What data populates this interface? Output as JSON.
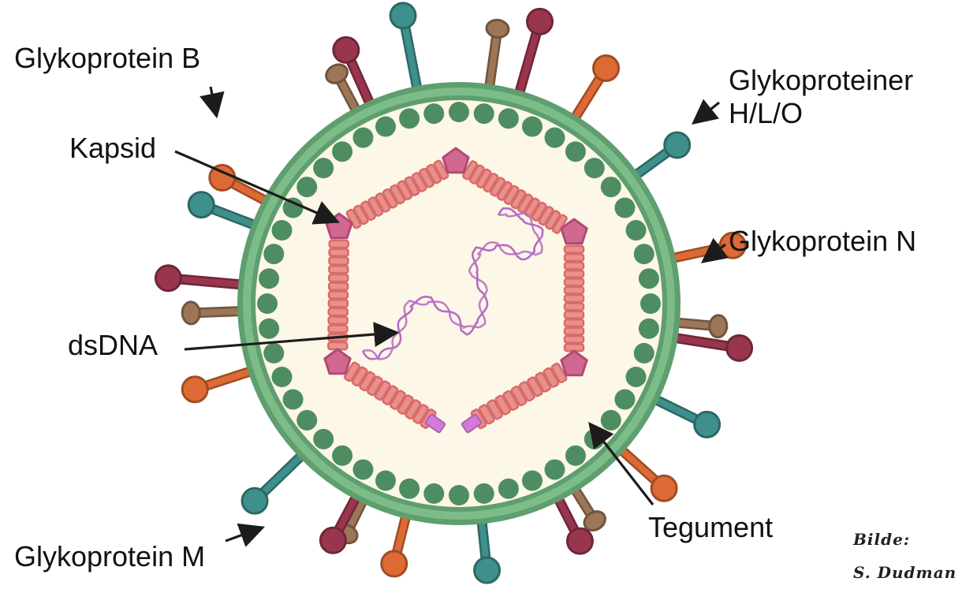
{
  "diagram": {
    "title": "Herpesvirus structure",
    "labels": {
      "glykoprotein_b": "Glykoprotein B",
      "kapsid": "Kapsid",
      "dsdna": "dsDNA",
      "glykoproteiner_hlo_line1": "Glykoproteiner",
      "glykoproteiner_hlo_line2": "H/L/O",
      "glykoprotein_n": "Glykoprotein N",
      "tegument": "Tegument",
      "glykoprotein_m": "Glykoprotein M"
    },
    "credit": {
      "line1": "Bilde:",
      "line2": "S. Dudman"
    },
    "colors": {
      "envelope_outer": "#5f9e6e",
      "envelope_inner": "#7cbc88",
      "interior": "#fdf7e8",
      "tegument_dot": "#4e8d62",
      "capsomer_fill": "#e8908c",
      "capsomer_stroke": "#d86b68",
      "capsid_vertex": "#d0688f",
      "capsid_vertex_stroke": "#b04a74",
      "portal": "#d47ad9",
      "dna": "#b46cc4",
      "spike_orange": "#dd6a34",
      "spike_teal": "#3f8f8c",
      "spike_crimson": "#99364e",
      "spike_brown": "#9c7656",
      "arrow": "#1c1c1c"
    },
    "spike_types": [
      "orange",
      "teal",
      "crimson",
      "brown"
    ]
  }
}
